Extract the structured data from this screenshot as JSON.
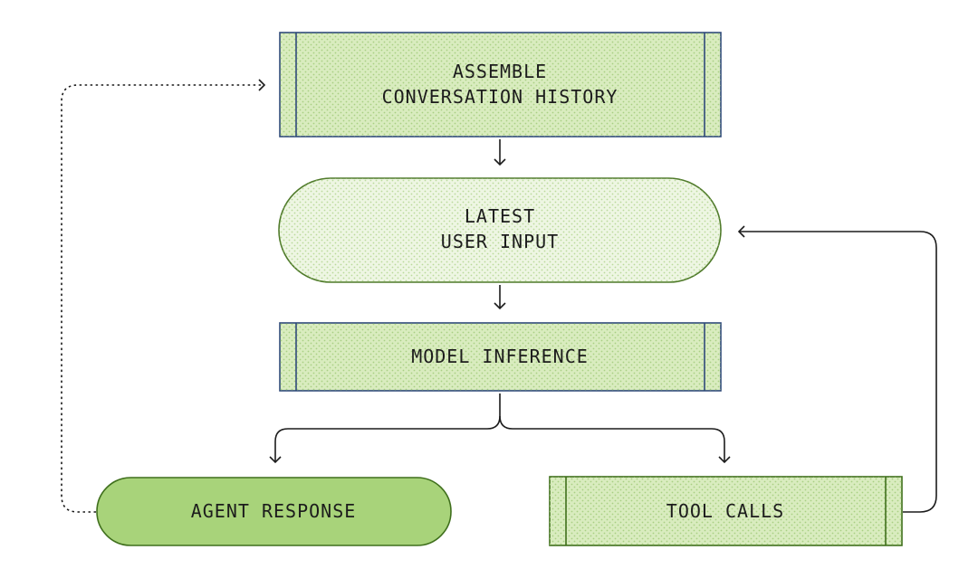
{
  "diagram": {
    "nodes": {
      "assemble": {
        "line1": "ASSEMBLE",
        "line2": "CONVERSATION HISTORY"
      },
      "latest_input": {
        "line1": "LATEST",
        "line2": "USER INPUT"
      },
      "model_inference": {
        "label": "MODEL INFERENCE"
      },
      "agent_response": {
        "label": "AGENT RESPONSE"
      },
      "tool_calls": {
        "label": "TOOL CALLS"
      }
    },
    "colors": {
      "process_fill": "#d9ecbf",
      "process_border": "#2f4a7a",
      "terminal_fill": "#a8d37a",
      "terminal_border": "#3f6f1c",
      "input_fill": "#eef6e3",
      "input_border": "#4f7a2a",
      "dot_pattern": "#a9cf84",
      "arrow": "#1c1c1c"
    }
  }
}
